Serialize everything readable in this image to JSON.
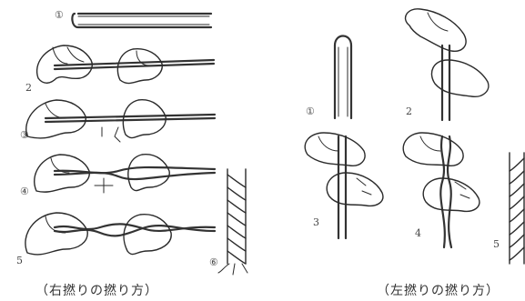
{
  "right_twist": {
    "caption": "（右撚りの撚り方）",
    "steps": [
      "①",
      "2",
      "③",
      "④",
      "5",
      "⑥"
    ]
  },
  "left_twist": {
    "caption": "（左撚りの撚り方）",
    "steps": [
      "①",
      "2",
      "3",
      "4",
      "5"
    ]
  }
}
